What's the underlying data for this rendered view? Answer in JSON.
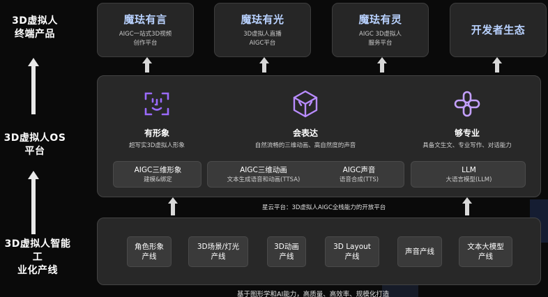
{
  "side_labels": {
    "top": [
      "3D虚拟人",
      "终端产品"
    ],
    "middle": [
      "3D虚拟人OS",
      "平台"
    ],
    "bottom": [
      "3D虚拟人智能工",
      "业化产线"
    ]
  },
  "products": [
    {
      "title": "魔珐有言",
      "desc": [
        "AIGC一站式3D视频",
        "创作平台"
      ]
    },
    {
      "title": "魔珐有光",
      "desc": [
        "3D虚拟人直播",
        "AIGC平台"
      ]
    },
    {
      "title": "魔珐有灵",
      "desc": [
        "AIGC 3D虚拟人",
        "服务平台"
      ]
    },
    {
      "title": "开发者生态",
      "desc": []
    }
  ],
  "features": [
    {
      "icon": "face-scan-icon",
      "title": "有形象",
      "desc": "超写实3D虚拟人形象"
    },
    {
      "icon": "cube-face-icon",
      "title": "会表达",
      "desc": "自然流畅的三维动画、高自然度的声音"
    },
    {
      "icon": "puzzle-pieces-icon",
      "title": "够专业",
      "desc": "具备文生文、专业写作、对话能力"
    }
  ],
  "capabilities": [
    {
      "title": "AIGC三维形象",
      "desc": "建模&绑定"
    },
    {
      "title": "AIGC三维动画",
      "desc": "文本生成语音和动画(TTSA)"
    },
    {
      "title": "AIGC声音",
      "desc": "语音合成(TTS)"
    },
    {
      "title": "LLM",
      "desc": "大语言模型(LLM)"
    }
  ],
  "platform_caption": "星云平台：3D虚拟人AIGC全栈能力的开放平台",
  "production_lines": [
    [
      "角色形象",
      "产线"
    ],
    [
      "3D场景/灯光",
      "产线"
    ],
    [
      "3D动画",
      "产线"
    ],
    [
      "3D Layout",
      "产线"
    ],
    [
      "声音产线"
    ],
    [
      "文本大模型",
      "产线"
    ]
  ],
  "production_caption": "基于图形学和AI能力，高质量、高效率、规模化打造",
  "colors": {
    "accent_title": "#b9d2ff",
    "icon_purple": "#9b6bff",
    "icon_violet": "#b98cff",
    "background": "#0a0a0a",
    "panel": "#282828",
    "card": "#3a3a3a"
  }
}
